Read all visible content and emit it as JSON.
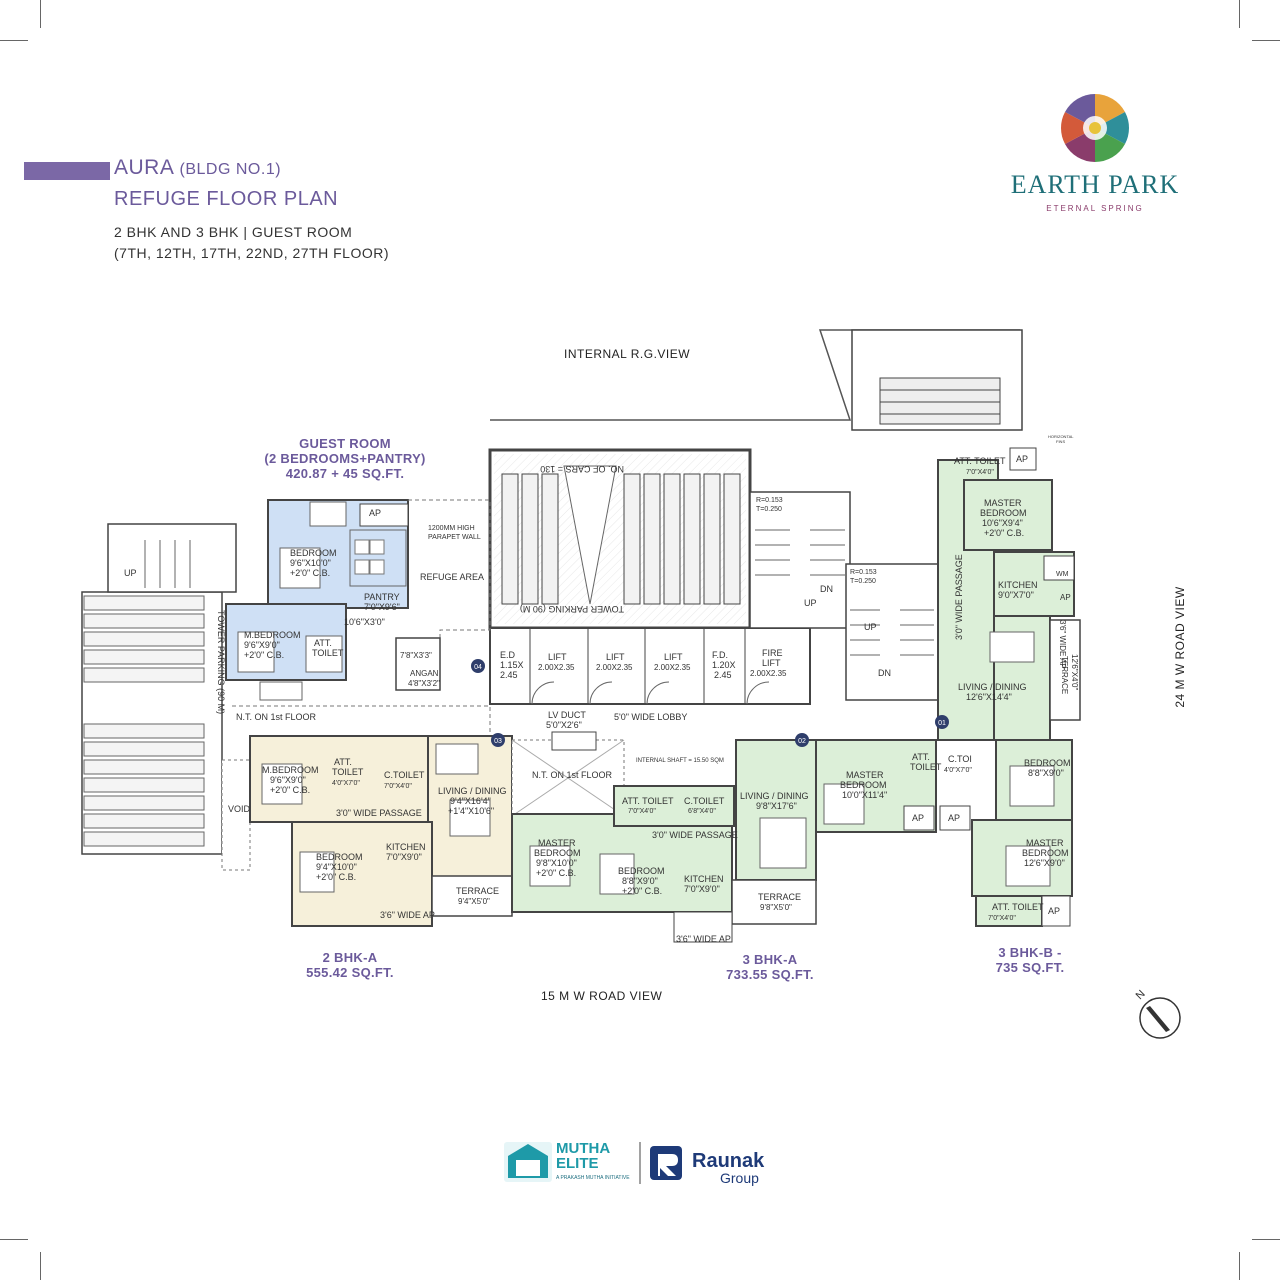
{
  "header": {
    "building": "AURA",
    "building_sub": "(BLDG NO.1)",
    "plan_title": "REFUGE FLOOR PLAN",
    "unit_types": "2 BHK AND 3 BHK | GUEST ROOM",
    "floors": "(7TH, 12TH, 17TH, 22ND, 27TH FLOOR)"
  },
  "brand": {
    "name": "EARTH PARK",
    "tagline": "ETERNAL SPRING"
  },
  "views": {
    "top": "INTERNAL R.G.VIEW",
    "bottom": "15 M W ROAD VIEW",
    "right": "24 M W ROAD VIEW",
    "left_parking": "TOWER PARKING (90 M)"
  },
  "units": {
    "guest_room": {
      "title": "GUEST ROOM",
      "subtitle": "(2 BEDROOMS+PANTRY)",
      "area": "420.87 + 45 SQ.FT."
    },
    "bhk2a": {
      "title": "2 BHK-A",
      "area": "555.42 SQ.FT."
    },
    "bhk3a": {
      "title": "3 BHK-A",
      "area": "733.55 SQ.FT."
    },
    "bhk3b": {
      "title": "3 BHK-B -",
      "area": "735 SQ.FT."
    }
  },
  "rooms": {
    "gr_bedroom": [
      "BEDROOM",
      "9'6\"X10'0\"",
      "+2'0\" C.B."
    ],
    "gr_pantry": [
      "PANTRY",
      "7'0\"X9'6\""
    ],
    "gr_mbed": [
      "M.BEDROOM",
      "9'6\"X9'0\"",
      "+2'0\" C.B."
    ],
    "gr_att": [
      "ATT.",
      "TOILET"
    ],
    "gr_passage": "10'6\"X3'0\"",
    "refuge": "REFUGE AREA",
    "parapet": [
      "1200MM HIGH",
      "PARAPET WALL"
    ],
    "angan": [
      "7'8\"X3'3\"",
      "ANGAN",
      "4'8\"X3'2\""
    ],
    "nt_left": "N.T. ON 1st FLOOR",
    "nt_mid": "N.T. ON 1st FLOOR",
    "void": "VOID",
    "b2_mbed": [
      "M.BEDROOM",
      "9'6\"X9'0\"",
      "+2'0\" C.B."
    ],
    "b2_att": [
      "ATT.",
      "TOILET",
      "4'0\"X7'0\""
    ],
    "b2_ctoilet": [
      "C.TOILET",
      "7'0\"X4'0\""
    ],
    "b2_passage": "3'0\" WIDE PASSAGE",
    "b2_living": [
      "LIVING / DINING",
      "9'4\"X16'4\"",
      "+1'4\"X10'6\""
    ],
    "b2_bedroom": [
      "BEDROOM",
      "9'4\"X10'0\"",
      "+2'0\" C.B."
    ],
    "b2_kitchen": [
      "KITCHEN",
      "7'0\"X9'0\""
    ],
    "b2_terrace": [
      "TERRACE",
      "9'4\"X5'0\""
    ],
    "b2_ap": "3'6\" WIDE AP",
    "ed": [
      "E.D",
      "1.15X",
      "2.45"
    ],
    "lifts": [
      [
        "LIFT",
        "2.00X2.35"
      ],
      [
        "LIFT",
        "2.00X2.35"
      ],
      [
        "LIFT",
        "2.00X2.35"
      ]
    ],
    "fd": [
      "F.D.",
      "1.20X",
      "2.45"
    ],
    "firelift": [
      "FIRE",
      "LIFT",
      "2.00X2.35"
    ],
    "lv_duct": [
      "LV DUCT",
      "5'0\"X2'6\""
    ],
    "lobby": "5'0\" WIDE LOBBY",
    "shaft": "INTERNAL SHAFT = 15.50 SQM",
    "parking_top": "NO. OF CARS = 130",
    "parking_mid": "TOWER PARKING (90 M)",
    "stair1": [
      "R=0.153",
      "T=0.250"
    ],
    "stair2": [
      "R=0.153",
      "T=0.250"
    ],
    "up": "UP",
    "dn": "DN",
    "b3a_att": [
      "ATT. TOILET",
      "7'0\"X4'0\""
    ],
    "b3a_ctoilet": [
      "C.TOILET",
      "6'8\"X4'0\""
    ],
    "b3a_passage": "3'0\" WIDE PASSAGE",
    "b3a_mbed": [
      "MASTER",
      "BEDROOM",
      "9'8\"X10'0\"",
      "+2'0\" C.B."
    ],
    "b3a_bed": [
      "BEDROOM",
      "8'8\"X9'0\"",
      "+2'0\" C.B."
    ],
    "b3a_kitchen": [
      "KITCHEN",
      "7'0\"X9'0\""
    ],
    "b3a_living": [
      "LIVING / DINING",
      "9'8\"X17'6\""
    ],
    "b3a_terrace": [
      "TERRACE",
      "9'8\"X5'0\""
    ],
    "b3a_ap": "3'6\" WIDE AP",
    "b3a_mbed2": [
      "MASTER",
      "BEDROOM",
      "10'0\"X11'4\""
    ],
    "b3a_att2": [
      "ATT.",
      "TOILET"
    ],
    "b3b_ctoilet": [
      "C.TOI",
      "4'0\"X7'0\""
    ],
    "b3b_att_toilet_top": [
      "ATT. TOILET",
      "7'0\"X4'0\""
    ],
    "b3b_mbed_top": [
      "MASTER",
      "BEDROOM",
      "10'6\"X9'4\"",
      "+2'0\" C.B."
    ],
    "b3b_kitchen": [
      "KITCHEN",
      "9'0\"X7'0\""
    ],
    "b3b_passage": "3'0\" WIDE PASSAGE",
    "b3b_ap_side": "3'6\" WIDE AP",
    "b3b_living": [
      "LIVING / DINING",
      "12'6\"X14'4\""
    ],
    "b3b_terrace": [
      "TERRACE",
      "12'6\"X4'0\""
    ],
    "b3b_bed": [
      "BEDROOM",
      "8'8\"X9'0\""
    ],
    "b3b_mbed_bot": [
      "MASTER",
      "BEDROOM",
      "12'6\"X9'0\""
    ],
    "b3b_att_bot": [
      "ATT. TOILET",
      "7'0\"X4'0\""
    ],
    "ap": "AP",
    "wm": "WM",
    "up_left": "UP",
    "horizontal_fins": [
      "HORIZONTAL",
      "FINS"
    ],
    "markers": [
      "01",
      "02",
      "03",
      "04"
    ]
  },
  "compass": {
    "north": "N"
  },
  "footer": {
    "mutha_name": [
      "MUTHA",
      "ELITE"
    ],
    "mutha_tag": "A PRAKASH MUTHA INITIATIVE",
    "raunak_name": "Raunak",
    "raunak_sub": "Group"
  },
  "colors": {
    "accent": "#6b5a9b",
    "guest_room": "#cfe0f5",
    "bhk2a": "#f6f0da",
    "bhk3": "#dcefd8",
    "brand_teal": "#1f6f78"
  }
}
